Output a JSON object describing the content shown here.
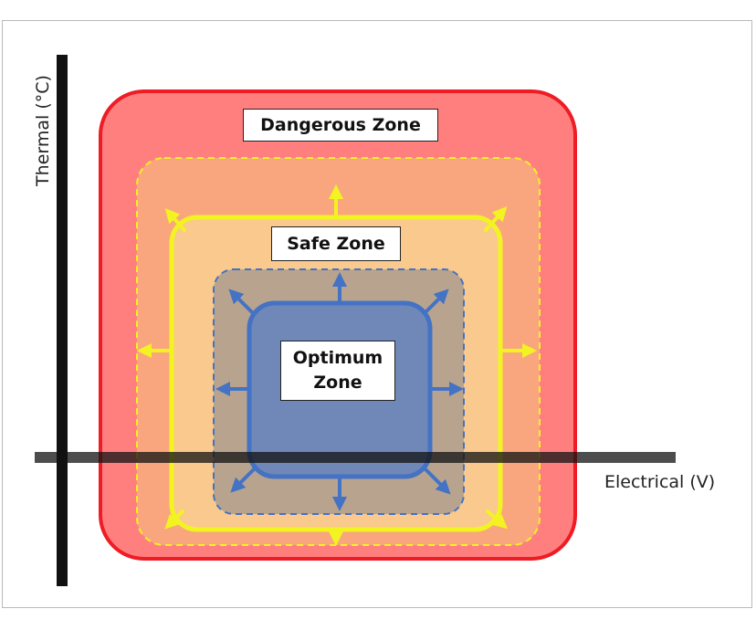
{
  "axes": {
    "y_label": "Thermal (°C)",
    "x_label": "Electrical (V)"
  },
  "zones": {
    "dangerous": {
      "label": "Dangerous Zone",
      "fill": "#ff7f7f",
      "stroke": "#ee1c24"
    },
    "safe": {
      "label": "Safe Zone",
      "fill": "#f9c98e",
      "stroke": "#f3f322"
    },
    "optimum": {
      "label_line1": "Optimum",
      "label_line2": "Zone",
      "fill": "#6f88b8",
      "stroke": "#4472c4"
    }
  },
  "colors": {
    "axis": "#111111",
    "expansion_band_outer": "#f9a67e",
    "expansion_band_inner": "#b8a48e",
    "arrow_yellow": "#f3f322",
    "arrow_blue": "#4472c4"
  }
}
